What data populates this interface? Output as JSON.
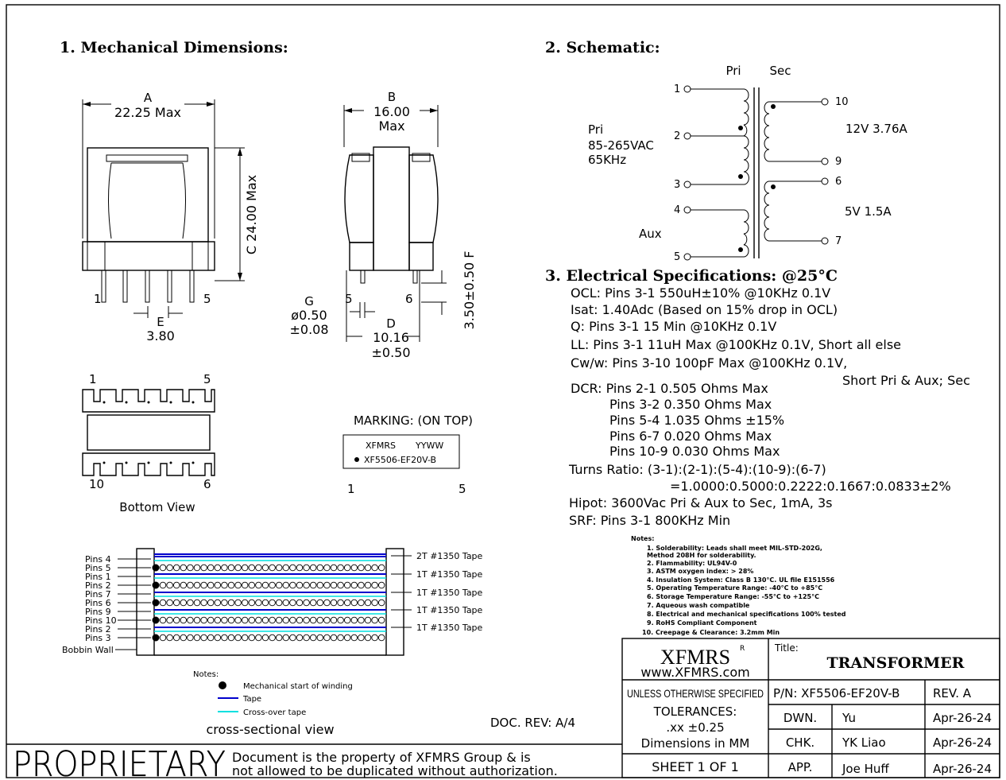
{
  "sections": {
    "mech": "1. Mechanical Dimensions:",
    "schem": "2. Schematic:",
    "elec": "3. Electrical Specifications: @25°C"
  },
  "dims": {
    "A_letter": "A",
    "A_val": "22.25 Max",
    "B_letter": "B",
    "B_val": "16.00",
    "B_max": "Max",
    "C": "C 24.00 Max",
    "E_letter": "E",
    "E_val": "3.80",
    "pin1": "1",
    "pin5": "5",
    "pin6": "6",
    "G_letter": "G",
    "G_val": "ø0.50",
    "G_tol": "±0.08",
    "D_letter": "D",
    "D_val": "10.16",
    "D_tol": "±0.50",
    "F": "3.50±0.50 F"
  },
  "bottom_view": {
    "pin1": "1",
    "pin5": "5",
    "pin10": "10",
    "pin6": "6",
    "label": "Bottom View"
  },
  "marking": {
    "title": "MARKING: (ON TOP)",
    "line1a": "XFMRS",
    "line1b": "YYWW",
    "line2": "XF5506-EF20V-B",
    "pin1": "1",
    "pin5": "5"
  },
  "schematic": {
    "pri_hdr": "Pri",
    "sec_hdr": "Sec",
    "pri_label": "Pri",
    "pri_v": "85-265VAC",
    "pri_f": "65KHz",
    "aux_label": "Aux",
    "p1": "1",
    "p2": "2",
    "p3": "3",
    "p4": "4",
    "p5": "5",
    "p10": "10",
    "p9": "9",
    "p6": "6",
    "p7": "7",
    "out1": "12V   3.76A",
    "out2": "5V  1.5A"
  },
  "elec": {
    "ocl": "OCL: Pins 3-1 550uH±10% @10KHz 0.1V",
    "isat": "Isat:  1.40Adc (Based on 15% drop in OCL)",
    "q": "Q: Pins 3-1 15 Min @10KHz 0.1V",
    "ll": "LL: Pins 3-1 11uH Max @100KHz 0.1V, Short all else",
    "cw": "Cw/w: Pins 3-10 100pF Max @100KHz 0.1V,",
    "cw2": "Short Pri & Aux; Sec",
    "dcr": [
      "DCR: Pins 2-1 0.505 Ohms Max",
      "Pins 3-2 0.350 Ohms Max",
      "Pins 5-4 1.035 Ohms ±15%",
      "Pins 6-7 0.020 Ohms Max",
      "Pins 10-9 0.030 Ohms Max"
    ],
    "turns": "Turns Ratio: (3-1):(2-1):(5-4):(10-9):(6-7)",
    "turns2": "=1.0000:0.5000:0.2222:0.1667:0.0833±2%",
    "hipot": "Hipot: 3600Vac Pri & Aux to Sec, 1mA, 3s",
    "srf": "SRF: Pins 3-1 800KHz Min"
  },
  "notes": {
    "hdr": "Notes:",
    "items": [
      "1. Solderability: Leads shall meet MIL-STD-202G,",
      "    Method 208H for solderability.",
      "2. Flammability: UL94V-0",
      "3. ASTM oxygen index: > 28%",
      "4. Insulation System: Class B 130°C. UL file E151556",
      "5. Operating Temperature Range: -40°C to +85°C",
      "6. Storage Temperature Range: -55°C to +125°C",
      "7. Aqueous wash compatible",
      "8. Electrical and mechanical specifications 100% tested",
      "9. RoHS Compliant Component",
      "10. Creepage & Clearance: 3.2mm Min"
    ]
  },
  "cross": {
    "pins": [
      "Pins  4",
      "Pins  5",
      "Pins  1",
      "Pins  2",
      "Pins  7",
      "Pins  6",
      "Pins  9",
      "Pins  10",
      "Pins  2",
      "Pins  3"
    ],
    "bobbin": "Bobbin Wall",
    "tapes": [
      "2T #1350 Tape",
      "1T #1350 Tape",
      "1T #1350 Tape",
      "1T #1350 Tape",
      "1T #1350 Tape"
    ],
    "notes_hdr": "Notes:",
    "legend1": "Mechanical start of winding",
    "legend2": "Tape",
    "legend3": "Cross-over tape",
    "title": "cross-sectional view",
    "tape_color": "#0000cc",
    "crossover_color": "#00e0e0"
  },
  "doc_rev": "DOC. REV: A/4",
  "proprietary": {
    "big": "PROPRIETARY",
    "line1": "Document is the property of XFMRS Group & is",
    "line2": "not allowed to be duplicated without authorization."
  },
  "title_block": {
    "logo": "XFMRS",
    "reg": "R",
    "url": "www.XFMRS.com",
    "title_lbl": "Title:",
    "title": "TRANSFORMER",
    "unless": "UNLESS OTHERWISE SPECIFIED",
    "pn": "P/N: XF5506-EF20V-B",
    "rev": "REV. A",
    "tol1": "TOLERANCES:",
    "tol2": ".xx  ±0.25",
    "tol3": "Dimensions in MM",
    "dwn": "DWN.",
    "dwn_name": "Yu",
    "dwn_date": "Apr-26-24",
    "chk": "CHK.",
    "chk_name": "YK Liao",
    "chk_date": "Apr-26-24",
    "sheet": "SHEET  1  OF  1",
    "app": "APP.",
    "app_name": "Joe Huff",
    "app_date": "Apr-26-24"
  }
}
